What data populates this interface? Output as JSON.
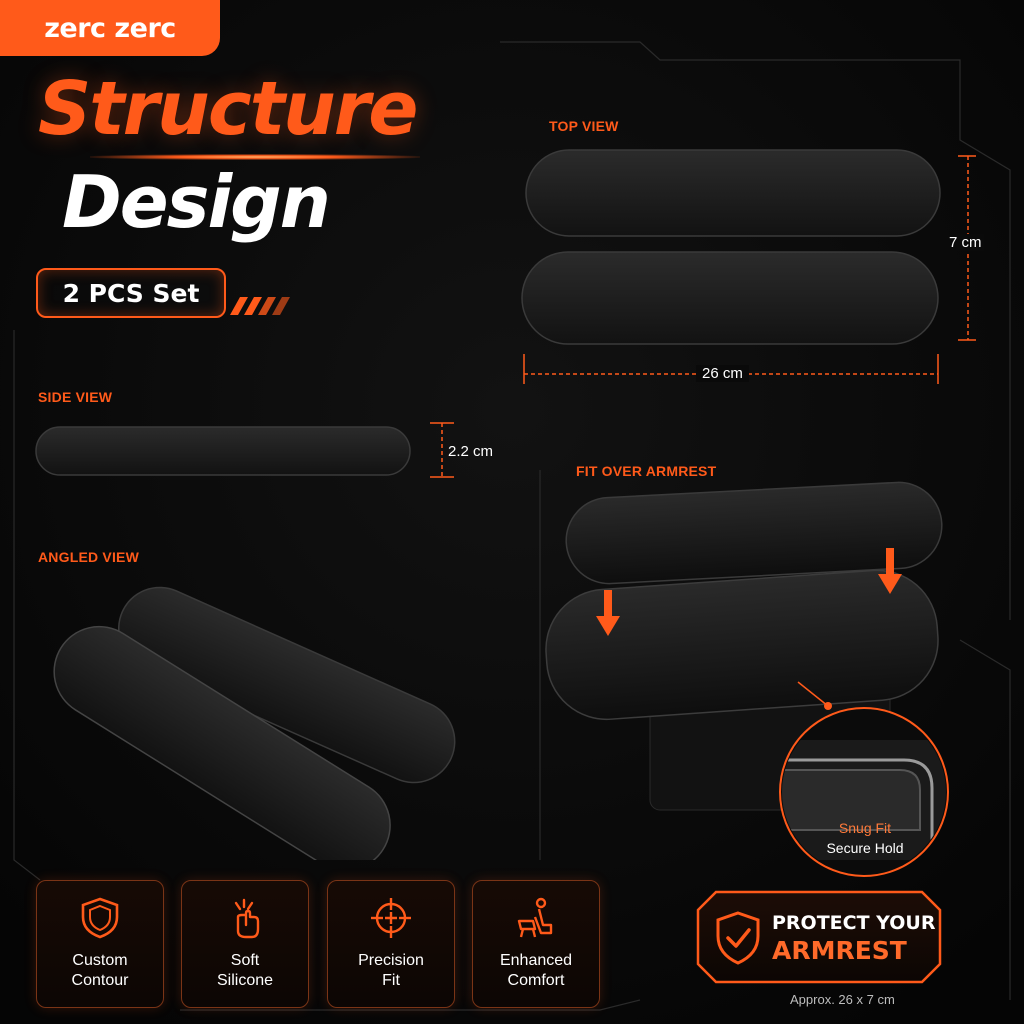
{
  "brand": {
    "name": "zerc zerc"
  },
  "hero": {
    "title_line1": "Structure",
    "title_line2": "Design",
    "badge": "2 PCS Set"
  },
  "views": {
    "top": {
      "label": "TOP VIEW",
      "width": "26 cm",
      "depth": "7 cm"
    },
    "side": {
      "label": "SIDE VIEW",
      "height": "2.2 cm"
    },
    "angled": {
      "label": "ANGLED VIEW"
    },
    "fit": {
      "label": "FIT OVER ARMREST",
      "callout_line1": "Snug Fit",
      "callout_line2": "Secure Hold"
    }
  },
  "features": [
    {
      "icon": "shield-icon",
      "line1": "Custom",
      "line2": "Contour"
    },
    {
      "icon": "hand-press-icon",
      "line1": "Soft",
      "line2": "Silicone"
    },
    {
      "icon": "crosshair-icon",
      "line1": "Precision",
      "line2": "Fit"
    },
    {
      "icon": "seat-icon",
      "line1": "Enhanced",
      "line2": "Comfort"
    }
  ],
  "protect": {
    "line1": "PROTECT YOUR",
    "line2": "ARMREST",
    "icon": "shield-check-icon"
  },
  "footnote": "Approx. 26 x 7 cm",
  "colors": {
    "accent": "#ff5a1a",
    "background": "#070707",
    "pad": "#1a1a1a"
  }
}
